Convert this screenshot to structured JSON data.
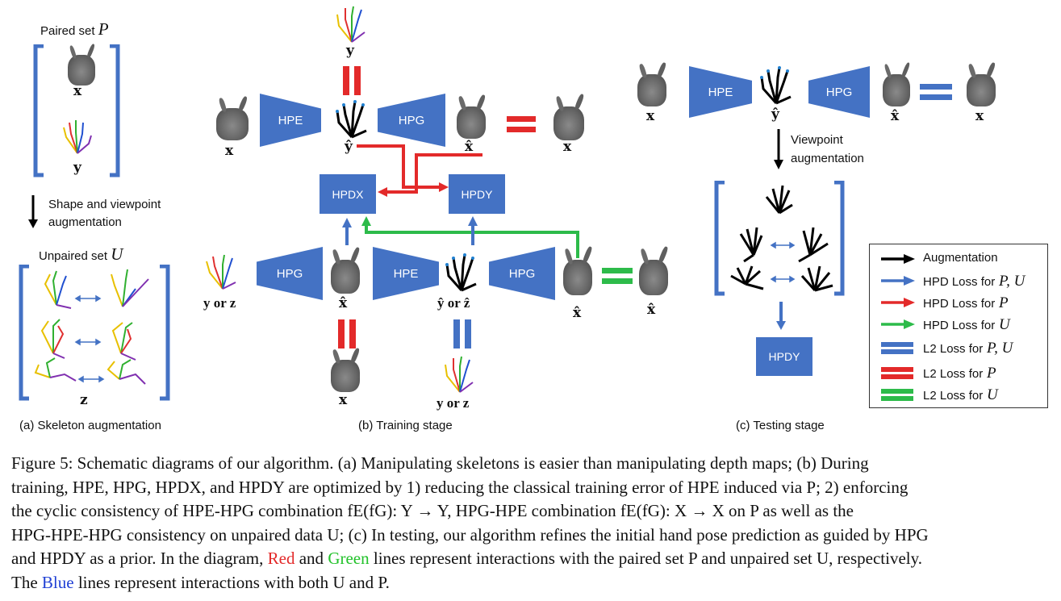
{
  "panel_a": {
    "paired_label": "Paired set",
    "paired_sym": "P",
    "x": "x",
    "y": "y",
    "arrow_text_1": "Shape and viewpoint",
    "arrow_text_2": "augmentation",
    "unpaired_label": "Unpaired set",
    "unpaired_sym": "U",
    "z": "z",
    "caption": "(a) Skeleton augmentation"
  },
  "panel_b": {
    "hpe": "HPE",
    "hpg": "HPG",
    "hpdx": "HPDX",
    "hpdy": "HPDY",
    "x": "x",
    "y": "y",
    "yhat": "ŷ",
    "xhat": "x̂",
    "y_or_z": "y or z",
    "yhat_or_zhat": "ŷ or ẑ",
    "caption": "(b) Training stage"
  },
  "panel_c": {
    "hpe": "HPE",
    "hpg": "HPG",
    "hpdy": "HPDY",
    "x": "x",
    "yhat": "ŷ",
    "xhat": "x̂",
    "arrow_text_1": "Viewpoint",
    "arrow_text_2": "augmentation",
    "caption": "(c) Testing stage"
  },
  "legend": {
    "items": [
      {
        "text": "Augmentation",
        "sym": "",
        "color": "#000000",
        "style": "arrow"
      },
      {
        "text": "HPD Loss for",
        "sym": "P, U",
        "color": "#4472c4",
        "style": "arrow"
      },
      {
        "text": "HPD Loss for",
        "sym": "P",
        "color": "#e32a2a",
        "style": "arrow"
      },
      {
        "text": "HPD Loss for",
        "sym": "U",
        "color": "#2dbb4a",
        "style": "arrow"
      },
      {
        "text": "L2 Loss for",
        "sym": "P, U",
        "color": "#4472c4",
        "style": "equals"
      },
      {
        "text": "L2 Loss for",
        "sym": "P",
        "color": "#e32a2a",
        "style": "equals"
      },
      {
        "text": "L2 Loss for",
        "sym": "U",
        "color": "#2dbb4a",
        "style": "equals"
      }
    ]
  },
  "caption": {
    "line1": "Figure 5: Schematic diagrams of our algorithm. (a) Manipulating skeletons is easier than manipulating depth maps; (b) During",
    "line2": "training, HPE, HPG, HPDX, and HPDY are optimized by 1) reducing the classical training error of HPE induced via P; 2) enforcing",
    "line3": "the cyclic consistency of HPE-HPG combination fE(fG): Y → Y, HPG-HPE combination fE(fG): X → X on P as well as the",
    "line4": "HPG-HPE-HPG consistency on unpaired data U; (c) In testing, our algorithm refines the initial hand pose prediction as guided by HPG",
    "line5a": "and HPDY as a prior. In the diagram,",
    "red": "Red",
    "line5b": "and",
    "green": "Green",
    "line5c": "lines represent interactions with the paired set P and unpaired set U, respectively.",
    "line6a": "The",
    "blue": "Blue",
    "line6b": "lines represent interactions with both U and P."
  }
}
